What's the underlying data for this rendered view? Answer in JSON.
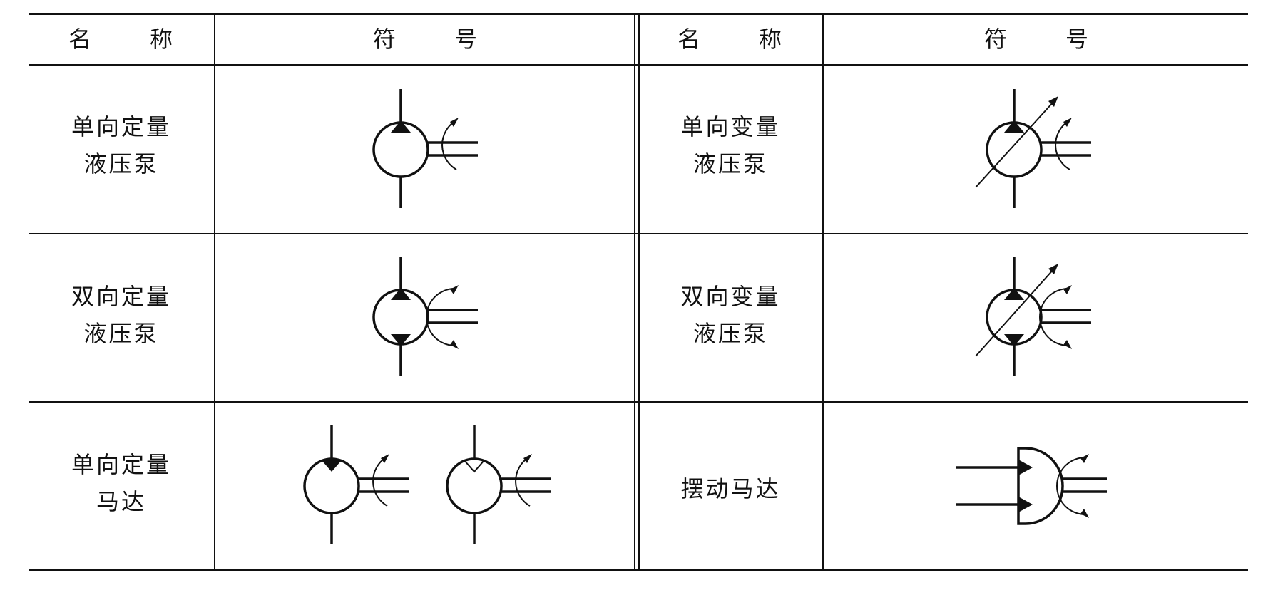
{
  "table": {
    "header": {
      "left_name": [
        "名",
        "称"
      ],
      "left_symbol": [
        "符",
        "号"
      ],
      "right_name": [
        "名",
        "称"
      ],
      "right_symbol": [
        "符",
        "号"
      ]
    },
    "rows": [
      {
        "left": {
          "name_lines": [
            "单向定量",
            "液压泵"
          ],
          "symbol": "unidirectional-fixed-pump-symbol"
        },
        "right": {
          "name_lines": [
            "单向变量",
            "液压泵"
          ],
          "symbol": "unidirectional-variable-pump-symbol"
        }
      },
      {
        "left": {
          "name_lines": [
            "双向定量",
            "液压泵"
          ],
          "symbol": "bidirectional-fixed-pump-symbol"
        },
        "right": {
          "name_lines": [
            "双向变量",
            "液压泵"
          ],
          "symbol": "bidirectional-variable-pump-symbol"
        }
      },
      {
        "left": {
          "name_lines": [
            "单向定量",
            "马达"
          ],
          "symbol": "unidirectional-fixed-motor-symbol"
        },
        "right": {
          "name_lines": [
            "摆动马达"
          ],
          "symbol": "oscillating-motor-symbol"
        }
      }
    ]
  },
  "colors": {
    "line": "#111111",
    "background": "#ffffff"
  }
}
